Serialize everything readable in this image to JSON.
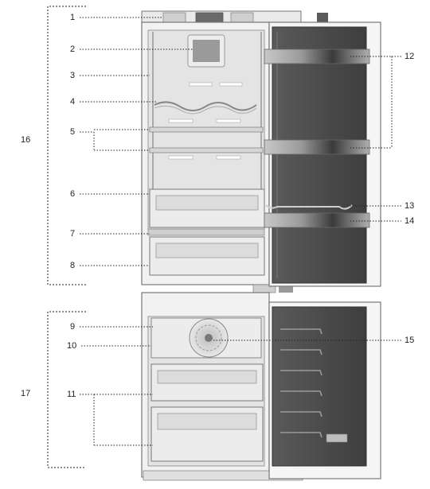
{
  "diagram": {
    "callouts": {
      "c1": "1",
      "c2": "2",
      "c3": "3",
      "c4": "4",
      "c5": "5",
      "c6": "6",
      "c7": "7",
      "c8": "8",
      "c9": "9",
      "c10": "10",
      "c11": "11",
      "c12": "12",
      "c13": "13",
      "c14": "14",
      "c15": "15",
      "c16": "16",
      "c17": "17"
    },
    "colors": {
      "cabinet": "#f2f2f2",
      "interior": "#e4e4e4",
      "door_panel": "#4a4a4a",
      "glass_shelf": "#d6d6d6",
      "door_bin": "#8c8c8c",
      "leader_line": "#222222"
    }
  }
}
